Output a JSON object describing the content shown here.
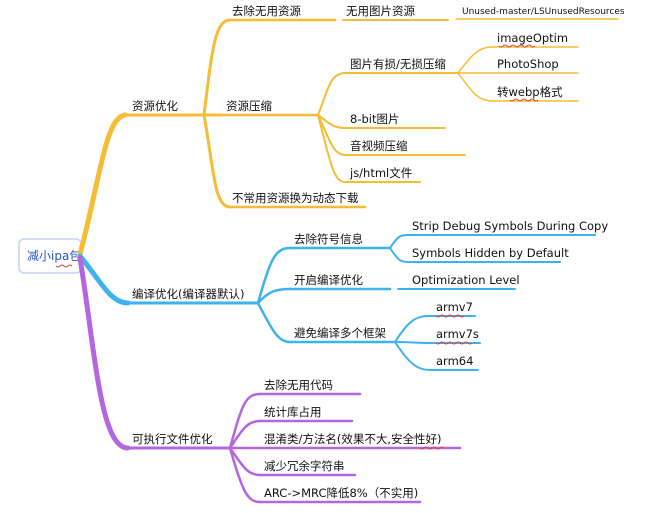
{
  "colors": {
    "yellow": "#f4bd33",
    "blue": "#3db2ec",
    "purple": "#b465e0",
    "root_border": "#c3d3f3",
    "root_text": "#2a55c8"
  },
  "root": {
    "label": "减小ipa包"
  },
  "resource": {
    "label": "资源优化",
    "remove_unused": {
      "label": "去除无用资源",
      "unused_images": "无用图片资源",
      "tool": "Unused-master/LSUnusedResources"
    },
    "compress": {
      "label": "资源压缩",
      "image_compress": "图片有损/无损压缩",
      "tools": [
        "imageOptim",
        "PhotoShop",
        "转webp格式"
      ],
      "bit8": "8-bit图片",
      "av_compress": "音视频压缩",
      "js_html": "js/html文件"
    },
    "dynamic_download": "不常用资源换为动态下载"
  },
  "compile": {
    "label": "编译优化(编译器默认)",
    "strip_symbols": {
      "label": "去除符号信息",
      "items": [
        "Strip Debug Symbols During Copy",
        "Symbols Hidden by Default"
      ]
    },
    "optimize": {
      "label": "开启编译优化",
      "level": "Optimization Level"
    },
    "archs": {
      "label": "避免编译多个框架",
      "items": [
        "armv7",
        "armv7s",
        "arm64"
      ]
    }
  },
  "executable": {
    "label": "可执行文件优化",
    "items": [
      "去除无用代码",
      "统计库占用",
      "混淆类/方法名(效果不大,安全性好)",
      "减少冗余字符串",
      "ARC->MRC降低8%（不实用)"
    ]
  }
}
